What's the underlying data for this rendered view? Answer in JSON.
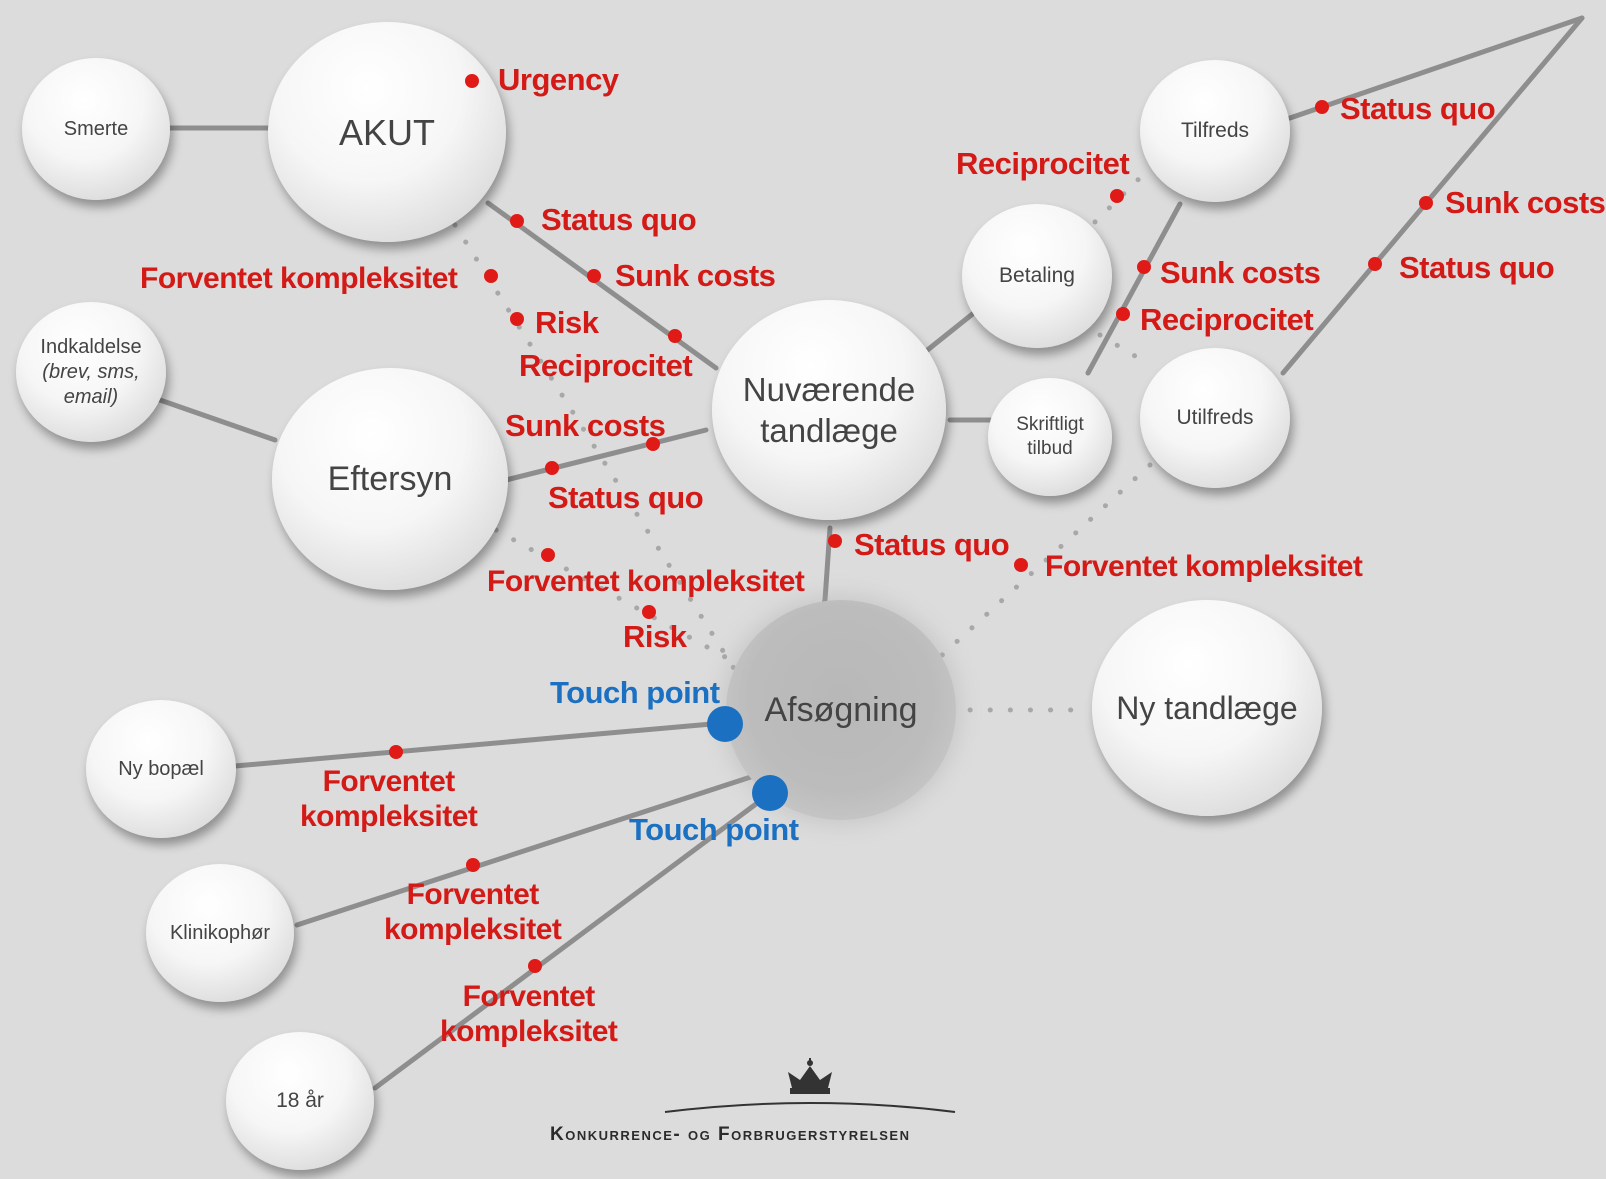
{
  "nodes": {
    "smerte": "Smerte",
    "akut": "AKUT",
    "indkaldelse": "Indkaldelse",
    "indkaldelse_detail_1": "(brev, sms,",
    "indkaldelse_detail_2": "email)",
    "eftersyn": "Eftersyn",
    "nuvaerende_1": "Nuværende",
    "nuvaerende_2": "tandlæge",
    "betaling": "Betaling",
    "tilfreds": "Tilfreds",
    "skriftligt_1": "Skriftligt",
    "skriftligt_2": "tilbud",
    "utilfreds": "Utilfreds",
    "afsogning": "Afsøgning",
    "ny_tandlaege": "Ny tandlæge",
    "ny_bopael": "Ny bopæl",
    "klinikophor": "Klinikophør",
    "atten_aar": "18 år"
  },
  "labels": {
    "urgency": "Urgency",
    "status_quo_akut": "Status quo",
    "sunk_costs_akut": "Sunk costs",
    "forventet_akut": "Forventet kompleksitet",
    "risk_akut": "Risk",
    "reciprocitet_akut": "Reciprocitet",
    "sunk_costs_eftersyn": "Sunk costs",
    "status_quo_eftersyn": "Status quo",
    "forventet_eftersyn": "Forventet kompleksitet",
    "risk_eftersyn": "Risk",
    "status_quo_nuv": "Status quo",
    "forventet_utilfreds": "Forventet kompleksitet",
    "reciprocitet_tilfreds": "Reciprocitet",
    "status_quo_tilfreds": "Status quo",
    "sunk_costs_right": "Sunk costs",
    "status_quo_right": "Status quo",
    "sunk_costs_skriftligt": "Sunk costs",
    "reciprocitet_skriftligt": "Reciprocitet",
    "touch_point_1": "Touch point",
    "touch_point_2": "Touch point",
    "forventet_bopael_1": "Forventet",
    "forventet_bopael_2": "kompleksitet",
    "forventet_klinik_1": "Forventet",
    "forventet_klinik_2": "kompleksitet",
    "forventet_18_1": "Forventet",
    "forventet_18_2": "kompleksitet"
  },
  "logo": {
    "text": "Konkurrence- og Forbrugerstyrelsen"
  },
  "colors": {
    "background": "#dcdcdc",
    "factor_label": "#d31a17",
    "touch_point": "#1b70c2",
    "edge": "#8e8e8e",
    "dotted_edge": "#a8a8a8"
  }
}
